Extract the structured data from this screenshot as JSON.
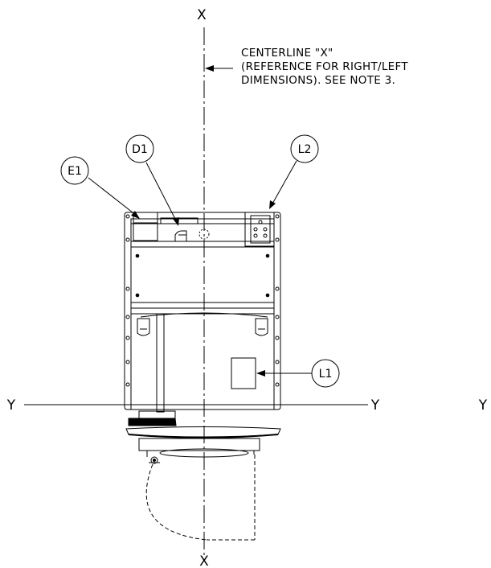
{
  "axes": {
    "x_top": "X",
    "x_bottom": "X",
    "y_left": "Y",
    "y_mid": "Y",
    "y_right": "Y"
  },
  "note": {
    "line1": "CENTERLINE \"X\"",
    "line2": "(REFERENCE FOR RIGHT/LEFT",
    "line3": "DIMENSIONS). SEE NOTE 3."
  },
  "callouts": {
    "d1": "D1",
    "e1": "E1",
    "l1": "L1",
    "l2": "L2"
  },
  "colors": {
    "line": "#000000",
    "background": "#ffffff"
  }
}
